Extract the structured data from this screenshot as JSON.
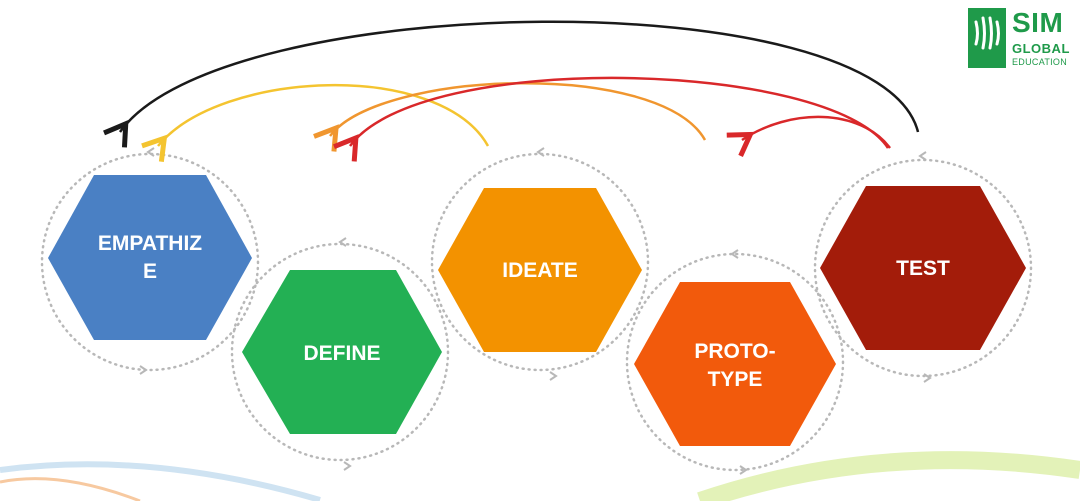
{
  "logo": {
    "brand": "SIM",
    "line2": "GLOBAL",
    "line3": "EDUCATION",
    "color": "#1f9a4a"
  },
  "stages": [
    {
      "label": "EMPATHIZ\nE",
      "color": "#4a80c4"
    },
    {
      "label": "DEFINE",
      "color": "#23b054"
    },
    {
      "label": "IDEATE",
      "color": "#f39200"
    },
    {
      "label": "PROTO-\nTYPE",
      "color": "#f25a0c"
    },
    {
      "label": "TEST",
      "color": "#a31c0a"
    }
  ],
  "arrow_colors": {
    "test_to_empathize": "#1a1a1a",
    "ideate_to_empathize": "#f4c430",
    "prototype_to_define": "#f0962f",
    "test_to_define": "#d9282a",
    "test_to_prototype": "#d9282a"
  }
}
